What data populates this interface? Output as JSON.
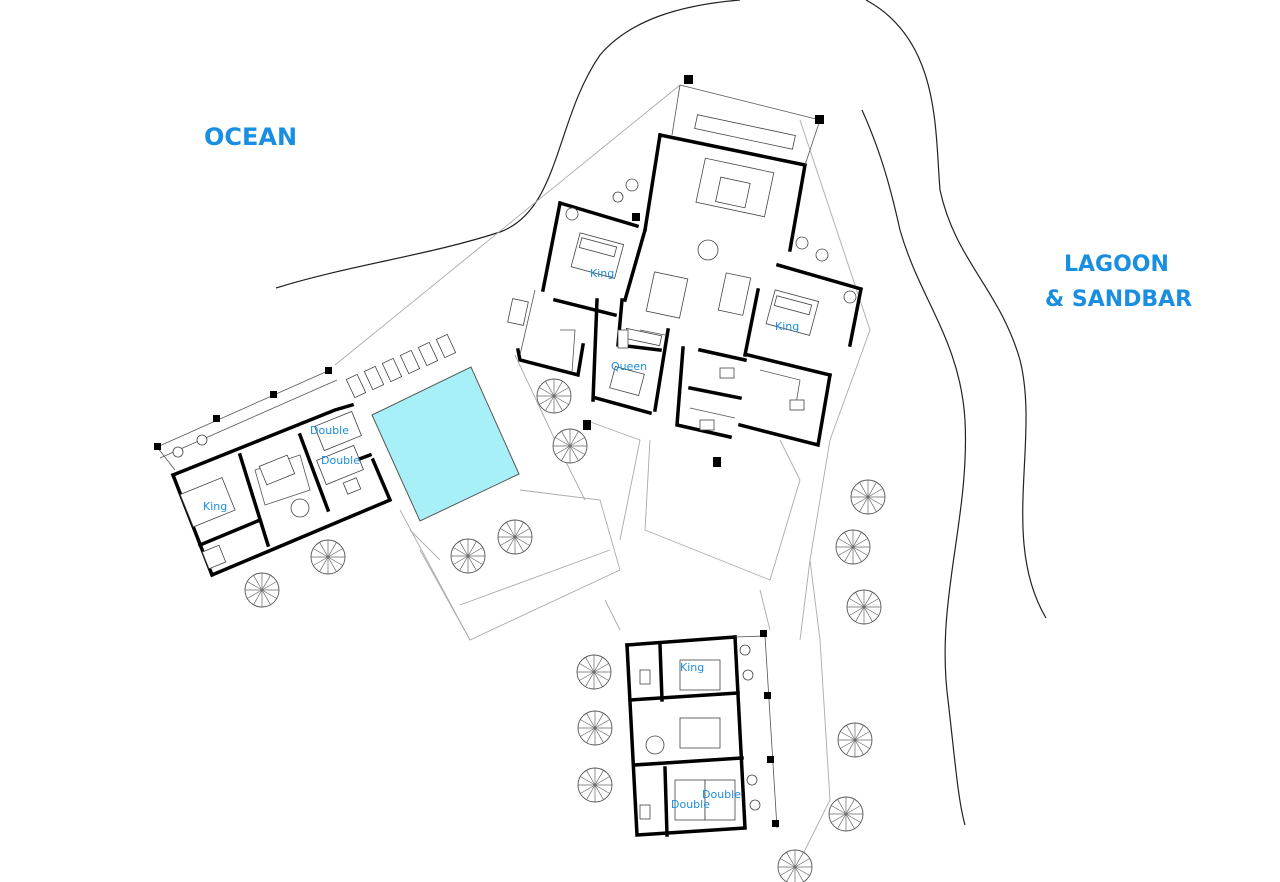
{
  "regions": {
    "ocean": "OCEAN",
    "lagoon_line1": "LAGOON",
    "lagoon_line2": "& SANDBAR"
  },
  "rooms": {
    "main_west_bedroom": "King",
    "main_east_bedroom": "King",
    "main_queen_bedroom": "Queen",
    "west_villa_king": "King",
    "west_villa_double_1": "Double",
    "west_villa_double_2": "Double",
    "south_villa_king": "King",
    "south_villa_double_1": "Double",
    "south_villa_double_2": "Double"
  },
  "colors": {
    "label": "#1a8ee0",
    "pool": "#a8f0f7",
    "walls": "#000000"
  }
}
